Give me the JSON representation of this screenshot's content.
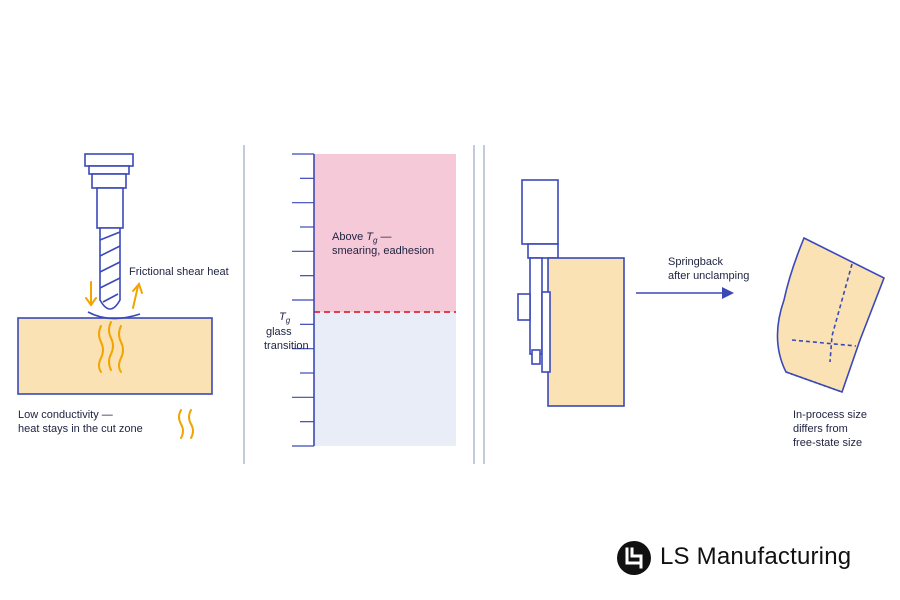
{
  "panel1": {
    "heat_label": "Frictional shear heat",
    "conductivity_line1": "Low conductivity —",
    "conductivity_line2": "heat stays in the cut zone"
  },
  "panel2": {
    "above_line1_prefix": "Above ",
    "above_line1_symbol": "T",
    "above_line1_sub": "g",
    "above_line1_suffix": " —",
    "above_line2": "smearing, eadhesion",
    "tg_symbol": "T",
    "tg_sub": "g",
    "tg_line2": "glass",
    "tg_line3": "transition"
  },
  "panel3": {
    "springback_line1": "Springback",
    "springback_line2": "after unclamping",
    "size_line1": "In-process size",
    "size_line2": "differs from",
    "size_line3": "free-state size"
  },
  "brand": {
    "name": "LS Manufacturing"
  },
  "colors": {
    "outline": "#3a49b8",
    "workpiece": "#fbe2b4",
    "heat": "#f0a500",
    "above_zone": "#f6c9d8",
    "below_zone": "#e9edf7",
    "tg_line": "#e02a35",
    "divider": "#9aa6c8",
    "text": "#1d2240"
  }
}
